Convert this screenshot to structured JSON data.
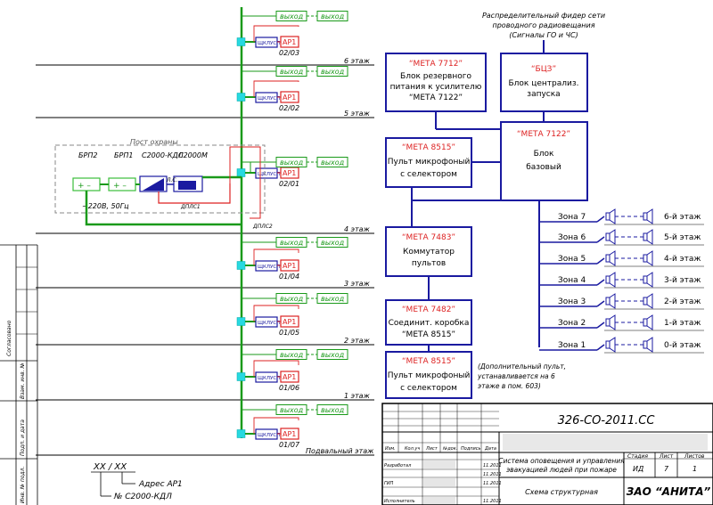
{
  "floors": {
    "f6": "6 этаж",
    "f5": "5 этаж",
    "f4": "4 этаж",
    "f3": "3 этаж",
    "f2": "2 этаж",
    "f1": "1 этаж",
    "basement": "Подвальный этаж"
  },
  "floor_nodes": [
    {
      "ar": "АР1",
      "addr": "02/03"
    },
    {
      "ar": "АР1",
      "addr": "02/02"
    },
    {
      "ar": "АР1",
      "addr": "02/01"
    },
    {
      "ar": "АР1",
      "addr": "01/04"
    },
    {
      "ar": "АР1",
      "addr": "01/05"
    },
    {
      "ar": "АР1",
      "addr": "01/06"
    },
    {
      "ar": "АР1",
      "addr": "01/07"
    }
  ],
  "labels": {
    "exit": "выход",
    "lsh": "ЩКЛУСП",
    "guard_post": "Пост охраны",
    "brp2": "БРП2",
    "brp1": "БРП1",
    "kdl": "С2000-КДЛ",
    "c2000m": "С2000М",
    "ls": "Л.С.",
    "dpls1": "ДПЛС1",
    "dpls2": "ДПЛС2",
    "power": "~220В, 50Гц",
    "plus_minus": "+ –"
  },
  "feeder_note": "Распределительный фидер сети проводного радиовещания (Сигналы ГО и ЧС)",
  "blocks": {
    "meta7712_name": "“МЕТА 7712”",
    "meta7712_desc": "Блок резервного питания к усилителю “МЕТА 7122”",
    "bcz_name": "“БЦЗ”",
    "bcz_desc": "Блок централиз. запуска",
    "meta8515a_name": "“МЕТА 8515”",
    "meta8515a_desc": "Пульт микрофоный с селектором",
    "meta7122_name": "“МЕТА 7122”",
    "meta7122_desc": "Блок базовый",
    "meta7483_name": "“МЕТА 7483”",
    "meta7483_desc": "Коммутатор пультов",
    "meta7482_name": "“МЕТА 7482”",
    "meta7482_desc": "Соединит. коробка “МЕТА 8515”",
    "meta8515b_name": "“МЕТА 8515”",
    "meta8515b_desc": "Пульт микрофоный с селектором"
  },
  "extra_note": "(Дополнительный пульт, устанавливается на 6 этаже в пом. 603)",
  "zones": [
    {
      "zone": "Зона 7",
      "floor": "6-й этаж"
    },
    {
      "zone": "Зона 6",
      "floor": "5-й этаж"
    },
    {
      "zone": "Зона 5",
      "floor": "4-й этаж"
    },
    {
      "zone": "Зона 4",
      "floor": "3-й этаж"
    },
    {
      "zone": "Зона 3",
      "floor": "2-й этаж"
    },
    {
      "zone": "Зона 2",
      "floor": "1-й этаж"
    },
    {
      "zone": "Зона 1",
      "floor": "0-й этаж"
    }
  ],
  "legend": {
    "xx": "XX / XX",
    "addr": "Адрес АР1",
    "kdl": "№ С2000-КДЛ"
  },
  "side_stamp": {
    "agreed": "Согласовано",
    "inv_replace": "Взам. инв. №",
    "sign_date": "Подп. и дата",
    "inv_orig": "Инв. № подл."
  },
  "title_block": {
    "doc_code": "326-СО-2011.СС",
    "col_izm": "Изм.",
    "col_kol": "Кол.уч",
    "col_list": "Лист",
    "col_ndok": "№док.",
    "col_podp": "Подпись",
    "col_data": "Дата",
    "razrab": "Разработал",
    "gip": "ГИП",
    "ispoln": "Исполнитель",
    "date1": "11.2011",
    "date2": "11.2011",
    "date3": "11.2011",
    "date4": "11.2011",
    "system_name": "Система оповещения и управления эвакуацией людей при пожаре",
    "sheet_name": "Схема структурная",
    "stadia_h": "Стадия",
    "list_h": "Лист",
    "listov_h": "Листов",
    "stadia": "ИД",
    "list": "7",
    "listov": "1",
    "company": "ЗАО “АНИТА”"
  }
}
